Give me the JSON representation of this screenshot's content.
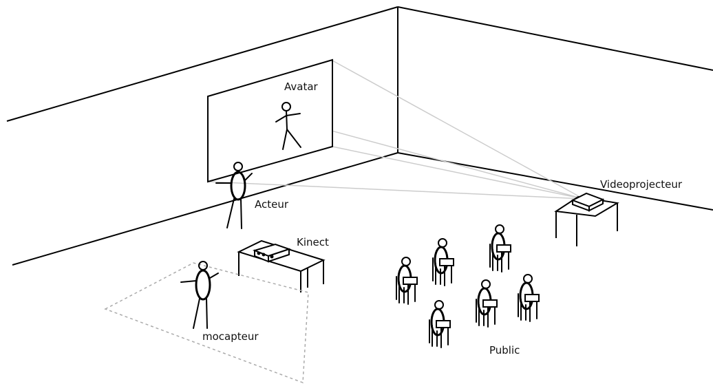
{
  "labels": {
    "avatar": "Avatar",
    "actor": "Acteur",
    "kinect": "Kinect",
    "projector": "Videoprojecteur",
    "mocap": "mocapteur",
    "public": "Public"
  },
  "colors": {
    "ink": "#000000",
    "beam": "#cccccc",
    "zone": "#aaaaaa"
  }
}
